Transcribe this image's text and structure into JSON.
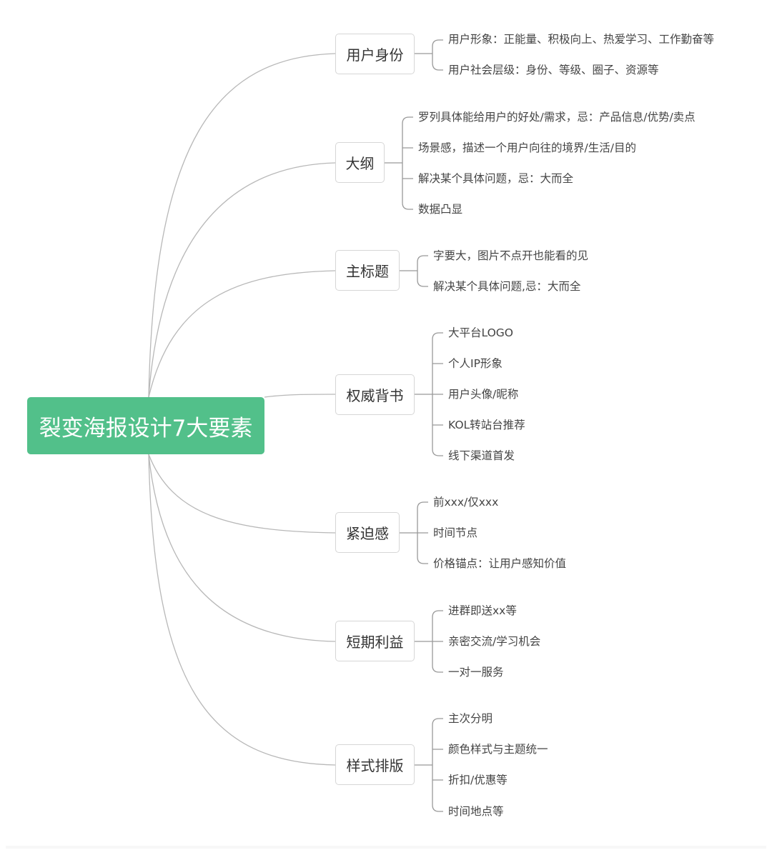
{
  "root": {
    "label": "裂变海报设计7大要素",
    "color": "#52c08a"
  },
  "branches": [
    {
      "label": "用户身份",
      "children": [
        "用户形象：正能量、积极向上、热爱学习、工作勤奋等",
        "用户社会层级：身份、等级、圈子、资源等"
      ]
    },
    {
      "label": "大纲",
      "children": [
        "罗列具体能给用户的好处/需求，忌：产品信息/优势/卖点",
        "场景感，描述一个用户向往的境界/生活/目的",
        "解决某个具体问题，忌：大而全",
        "数据凸显"
      ]
    },
    {
      "label": "主标题",
      "children": [
        "字要大，图片不点开也能看的见",
        "解决某个具体问题,忌：大而全"
      ]
    },
    {
      "label": "权威背书",
      "children": [
        "大平台LOGO",
        "个人IP形象",
        "用户头像/昵称",
        "KOL转站台推荐",
        "线下渠道首发"
      ]
    },
    {
      "label": "紧迫感",
      "children": [
        "前xxx/仅xxx",
        "时间节点",
        "价格锚点：让用户感知价值"
      ]
    },
    {
      "label": "短期利益",
      "children": [
        "进群即送xx等",
        "亲密交流/学习机会",
        "一对一服务"
      ]
    },
    {
      "label": "样式排版",
      "children": [
        "主次分明",
        "颜色样式与主题统一",
        "折扣/优惠等",
        "时间地点等"
      ]
    }
  ]
}
